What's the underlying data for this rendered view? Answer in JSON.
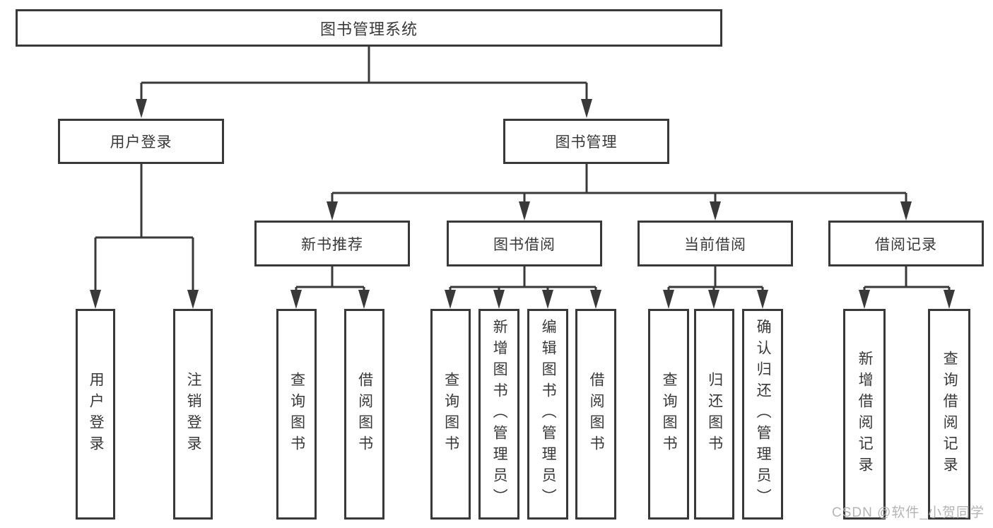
{
  "diagram": {
    "root": "图书管理系统",
    "level1": [
      "用户登录",
      "图书管理"
    ],
    "level2": [
      "新书推荐",
      "图书借阅",
      "当前借阅",
      "借阅记录"
    ],
    "leaves_login": [
      "用户登录",
      "注销登录"
    ],
    "leaves_newbook": [
      "查询图书",
      "借阅图书"
    ],
    "leaves_bookborrow": [
      "查询图书",
      "新增图书（管理员）",
      "编辑图书（管理员）",
      "借阅图书"
    ],
    "leaves_current": [
      "查询图书",
      "归还图书",
      "确认归还（管理员）"
    ],
    "leaves_records": [
      "新增借阅记录",
      "查询借阅记录"
    ]
  },
  "watermark": "CSDN @软件_小贺同学",
  "colors": {
    "line": "#393939",
    "text": "#383838",
    "watermark": "#b0b0b0",
    "background": "#ffffff"
  }
}
